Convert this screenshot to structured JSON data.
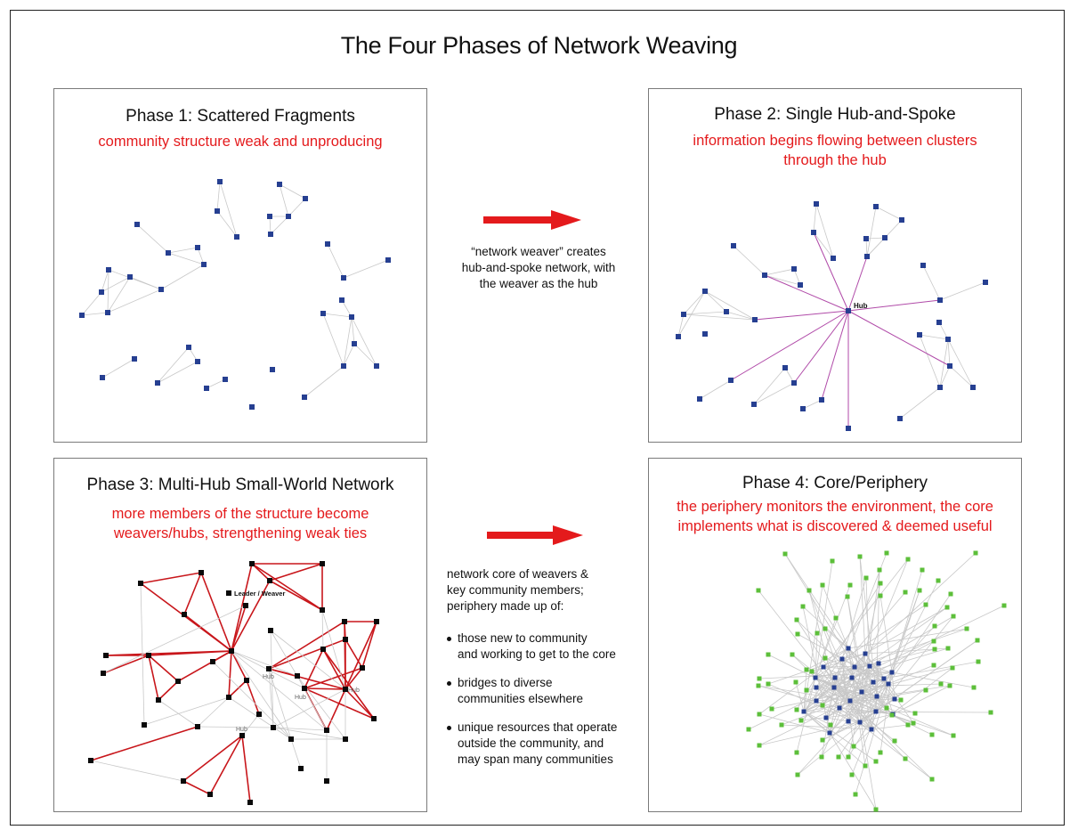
{
  "title": "The Four Phases of Network Weaving",
  "colors": {
    "accent_red": "#e41a1c",
    "node_blue": "#263f91",
    "node_green": "#5cbf3a",
    "node_black": "#0a0a0a",
    "edge_gray": "#c8c8c8",
    "edge_magenta": "#b04aa8",
    "edge_red": "#c8161b"
  },
  "phases": [
    {
      "title": "Phase 1: Scattered Fragments",
      "subtitle": [
        "community structure weak and unproducing"
      ],
      "hub_labels": []
    },
    {
      "title": "Phase 2: Single Hub-and-Spoke",
      "subtitle": [
        "information begins flowing between clusters",
        "through the hub"
      ],
      "hub_labels": [
        "Hub"
      ]
    },
    {
      "title": "Phase 3: Multi-Hub Small-World Network",
      "subtitle": [
        "more members of the structure become",
        "weavers/hubs, strengthening weak ties"
      ],
      "hub_labels": [
        "Leader / Weaver",
        "Hub",
        "Hub",
        "Hub",
        "Hub"
      ]
    },
    {
      "title": "Phase 4: Core/Periphery",
      "subtitle": [
        "the periphery monitors the environment, the core",
        "implements what is discovered & deemed useful"
      ],
      "hub_labels": []
    }
  ],
  "transitions": [
    {
      "icon": "arrow-right-icon",
      "caption": [
        "“network weaver” creates",
        "hub-and-spoke network, with",
        "the weaver as the hub"
      ]
    },
    {
      "icon": "arrow-right-icon",
      "intro": [
        "network core of weavers &",
        "key community members;",
        "periphery made up of:"
      ],
      "bullets": [
        [
          "those new to community",
          "and working to get to the core"
        ],
        [
          "bridges to diverse",
          "communities elsewhere"
        ],
        [
          "unique resources that operate",
          "outside the community, and",
          "may span many communities"
        ]
      ]
    }
  ]
}
